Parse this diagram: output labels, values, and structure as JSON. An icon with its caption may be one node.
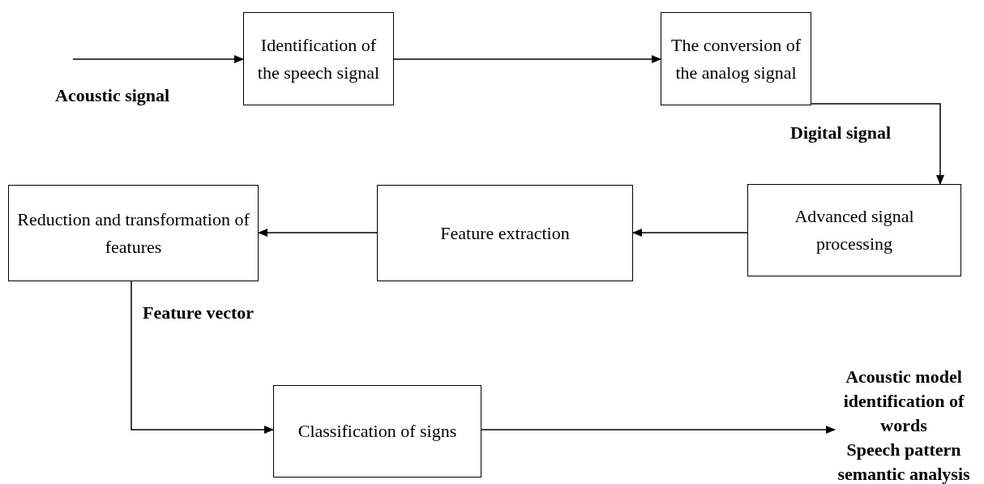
{
  "diagram": {
    "nodes": [
      {
        "text": [
          "Identification of the speech signal"
        ]
      },
      {
        "text": [
          "The conversion of the analog signal"
        ]
      },
      {
        "text": [
          "Advanced signal processing"
        ]
      },
      {
        "text": [
          "Feature extraction"
        ]
      },
      {
        "text": [
          "Reduction and transformation of features"
        ]
      },
      {
        "text": [
          "Classification of signs"
        ]
      },
      {
        "text": [
          "Acoustic model identification of words",
          "Speech pattern semantic analysis"
        ]
      }
    ],
    "edges": [
      {
        "from": null,
        "to": 0,
        "arrow": "to",
        "label": "Acoustic signal"
      },
      {
        "from": 0,
        "to": 1,
        "arrow": "to"
      },
      {
        "from": 1,
        "to": 2,
        "arrow": "to",
        "label": "Digital signal"
      },
      {
        "from": 2,
        "to": 3,
        "arrow": "to"
      },
      {
        "from": 3,
        "to": 4,
        "arrow": "to"
      },
      {
        "from": 4,
        "to": 5,
        "arrow": "to",
        "label": "Feature vector"
      },
      {
        "from": 5,
        "to": 6,
        "arrow": "to"
      }
    ]
  }
}
